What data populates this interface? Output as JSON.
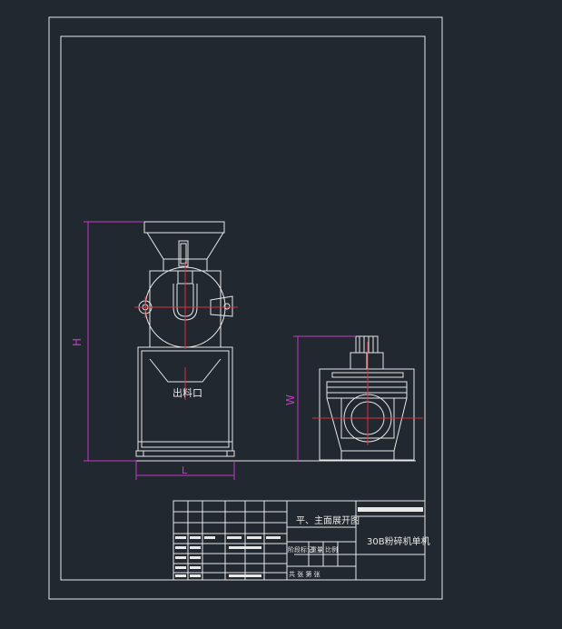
{
  "drawing": {
    "outlet_label": "出料口",
    "dim_height": "H",
    "dim_width": "W",
    "dim_length": "L"
  },
  "title_block": {
    "view_title": "平、主面展开图",
    "drawing_name": "30B粉碎机单机",
    "header_cells": [
      "阶段标记",
      "重量",
      "比例"
    ],
    "footer_text": "共 张 第 张"
  },
  "colors": {
    "background": "#212830",
    "line": "#e8e8e8",
    "dimension": "#c43ac4",
    "centerline": "#e0303a"
  }
}
